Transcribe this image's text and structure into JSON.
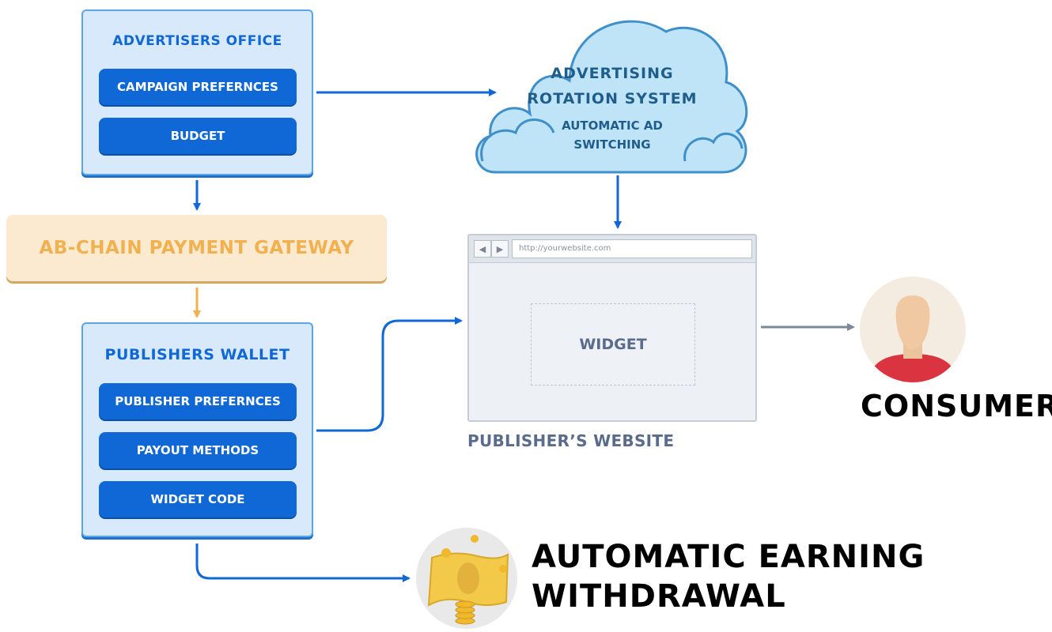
{
  "advertisers_office": {
    "title": "ADVERTISERS OFFICE",
    "items": [
      "CAMPAIGN PREFERNCES",
      "BUDGET"
    ]
  },
  "cloud": {
    "title_line1": "ADVERTISING",
    "title_line2": "ROTATION SYSTEM",
    "sub_line1": "AUTOMATIC AD",
    "sub_line2": "SWITCHING"
  },
  "gateway": {
    "label": "AB-CHAIN PAYMENT GATEWAY"
  },
  "publishers_wallet": {
    "title": "PUBLISHERS WALLET",
    "items": [
      "PUBLISHER PREFERNCES",
      "PAYOUT METHODS",
      "WIDGET CODE"
    ]
  },
  "browser": {
    "url": "http://yourwebsite.com",
    "widget_label": "WIDGET",
    "caption": "PUBLISHER’S WEBSITE"
  },
  "consumer": {
    "label": "CONSUMER"
  },
  "earning": {
    "line1": "AUTOMATIC EARNING",
    "line2": "WITHDRAWAL"
  },
  "colors": {
    "blue": "#1068d6",
    "panel_bg": "#d7e9fb",
    "gateway_text": "#f1b150",
    "cloud_fill": "#bfe3f7",
    "arrow_grey": "#7b8a99"
  }
}
